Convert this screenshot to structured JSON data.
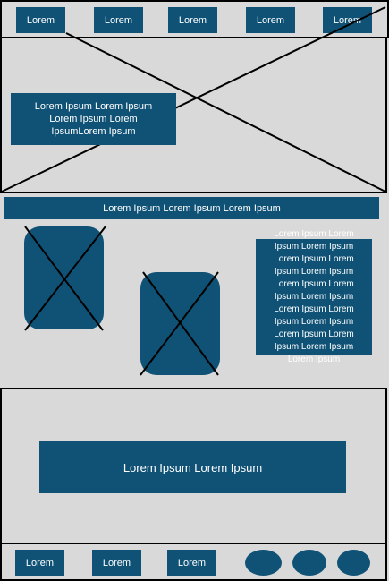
{
  "header": {
    "nav_items": [
      {
        "label": "Lorem"
      },
      {
        "label": "Lorem"
      },
      {
        "label": "Lorem"
      },
      {
        "label": "Lorem"
      },
      {
        "label": "Lorem"
      }
    ]
  },
  "hero": {
    "text": "Lorem Ipsum Lorem Ipsum Lorem Ipsum Lorem IpsumLorem Ipsum"
  },
  "content": {
    "strip_text": "Lorem Ipsum Lorem Ipsum Lorem Ipsum",
    "side_text": "Lorem Ipsum Lorem Ipsum Lorem Ipsum Lorem Ipsum Lorem Ipsum Lorem Ipsum Lorem Ipsum Lorem Ipsum Lorem Ipsum Lorem Ipsum Lorem Ipsum Lorem Ipsum Lorem Ipsum Lorem Ipsum Lorem Ipsum Lorem Ipsum"
  },
  "cta": {
    "label": "Lorem Ipsum Lorem Ipsum"
  },
  "footer": {
    "nav_items": [
      {
        "label": "Lorem"
      },
      {
        "label": "Lorem"
      },
      {
        "label": "Lorem"
      }
    ]
  },
  "colors": {
    "primary": "#0f5276",
    "background": "#d9d9d9",
    "border": "#000000"
  }
}
